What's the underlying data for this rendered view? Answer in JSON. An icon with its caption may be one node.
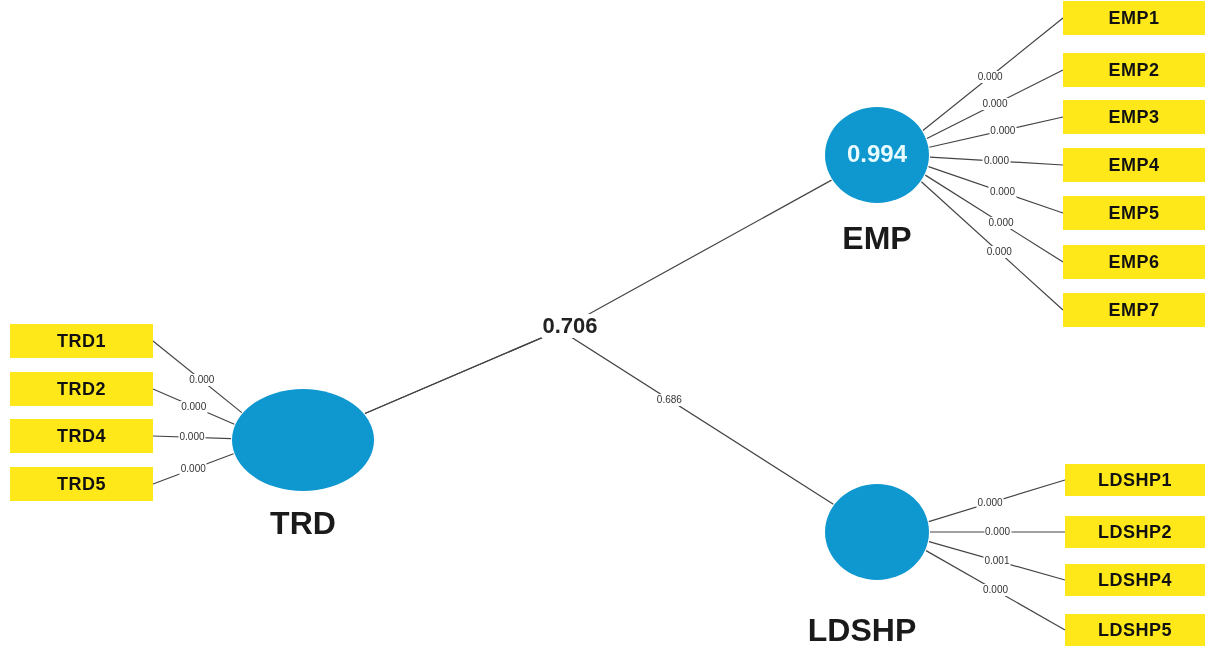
{
  "diagram": {
    "nodes": [
      {
        "text": [
          "EMP1"
        ]
      },
      {
        "text": [
          "EMP2"
        ]
      },
      {
        "text": [
          "EMP3"
        ]
      },
      {
        "text": [
          "EMP4"
        ]
      },
      {
        "text": [
          "EMP5"
        ]
      },
      {
        "text": [
          "EMP6"
        ]
      },
      {
        "text": [
          "EMP7"
        ]
      },
      {
        "text": [
          "0.994",
          "EMP"
        ]
      },
      {
        "text": [
          "TRD1"
        ]
      },
      {
        "text": [
          "TRD2"
        ]
      },
      {
        "text": [
          "TRD4"
        ]
      },
      {
        "text": [
          "TRD5"
        ]
      },
      {
        "text": [
          "TRD"
        ]
      },
      {
        "text": [
          "LDSHP"
        ]
      },
      {
        "text": [
          "LDSHP1"
        ]
      },
      {
        "text": [
          "LDSHP2"
        ]
      },
      {
        "text": [
          "LDSHP4"
        ]
      },
      {
        "text": [
          "LDSHP5"
        ]
      }
    ],
    "edges": [
      {
        "from": 7,
        "to": 0,
        "arrow": "none",
        "label": "0.000"
      },
      {
        "from": 7,
        "to": 1,
        "arrow": "none",
        "label": "0.000"
      },
      {
        "from": 7,
        "to": 2,
        "arrow": "none",
        "label": "0.000"
      },
      {
        "from": 7,
        "to": 3,
        "arrow": "none",
        "label": "0.000"
      },
      {
        "from": 7,
        "to": 4,
        "arrow": "none",
        "label": "0.000"
      },
      {
        "from": 7,
        "to": 5,
        "arrow": "none",
        "label": "0.000"
      },
      {
        "from": 7,
        "to": 6,
        "arrow": "none",
        "label": "0.000"
      },
      {
        "from": 12,
        "to": 8,
        "arrow": "none",
        "label": "0.000"
      },
      {
        "from": 12,
        "to": 9,
        "arrow": "none",
        "label": "0.000"
      },
      {
        "from": 12,
        "to": 10,
        "arrow": "none",
        "label": "0.000"
      },
      {
        "from": 12,
        "to": 11,
        "arrow": "none",
        "label": "0.000"
      },
      {
        "from": 12,
        "to": 7,
        "arrow": "none",
        "label": "0.706"
      },
      {
        "from": 12,
        "to": 13,
        "arrow": "none",
        "label": "0.686"
      },
      {
        "from": 13,
        "to": 14,
        "arrow": "none",
        "label": "0.000"
      },
      {
        "from": 13,
        "to": 15,
        "arrow": "none",
        "label": "0.000"
      },
      {
        "from": 13,
        "to": 16,
        "arrow": "none",
        "label": "0.001"
      },
      {
        "from": 13,
        "to": 17,
        "arrow": "none",
        "label": "0.000"
      }
    ]
  }
}
